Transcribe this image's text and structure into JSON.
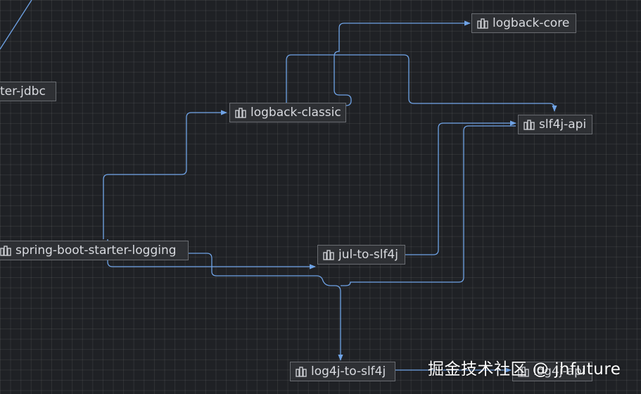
{
  "nodes": {
    "starter_jdbc": "rter-jdbc",
    "logback_core": "logback-core",
    "logback_classic": "logback-classic",
    "slf4j_api": "slf4j-api",
    "spring_boot_starter_logging": "spring-boot-starter-logging",
    "jul_to_slf4j": "jul-to-slf4j",
    "log4j_to_slf4j": "log4j-to-slf4j",
    "log4j_api": "log4j-api"
  },
  "icon": "module-library-icon",
  "colors": {
    "background": "#1f2125",
    "edge": "#6fa3e6",
    "node_fill": "#2e3034",
    "node_border": "#6a6d72",
    "node_text": "#d8dadf"
  },
  "watermark": "掘金技术社区 @ jhfuture"
}
